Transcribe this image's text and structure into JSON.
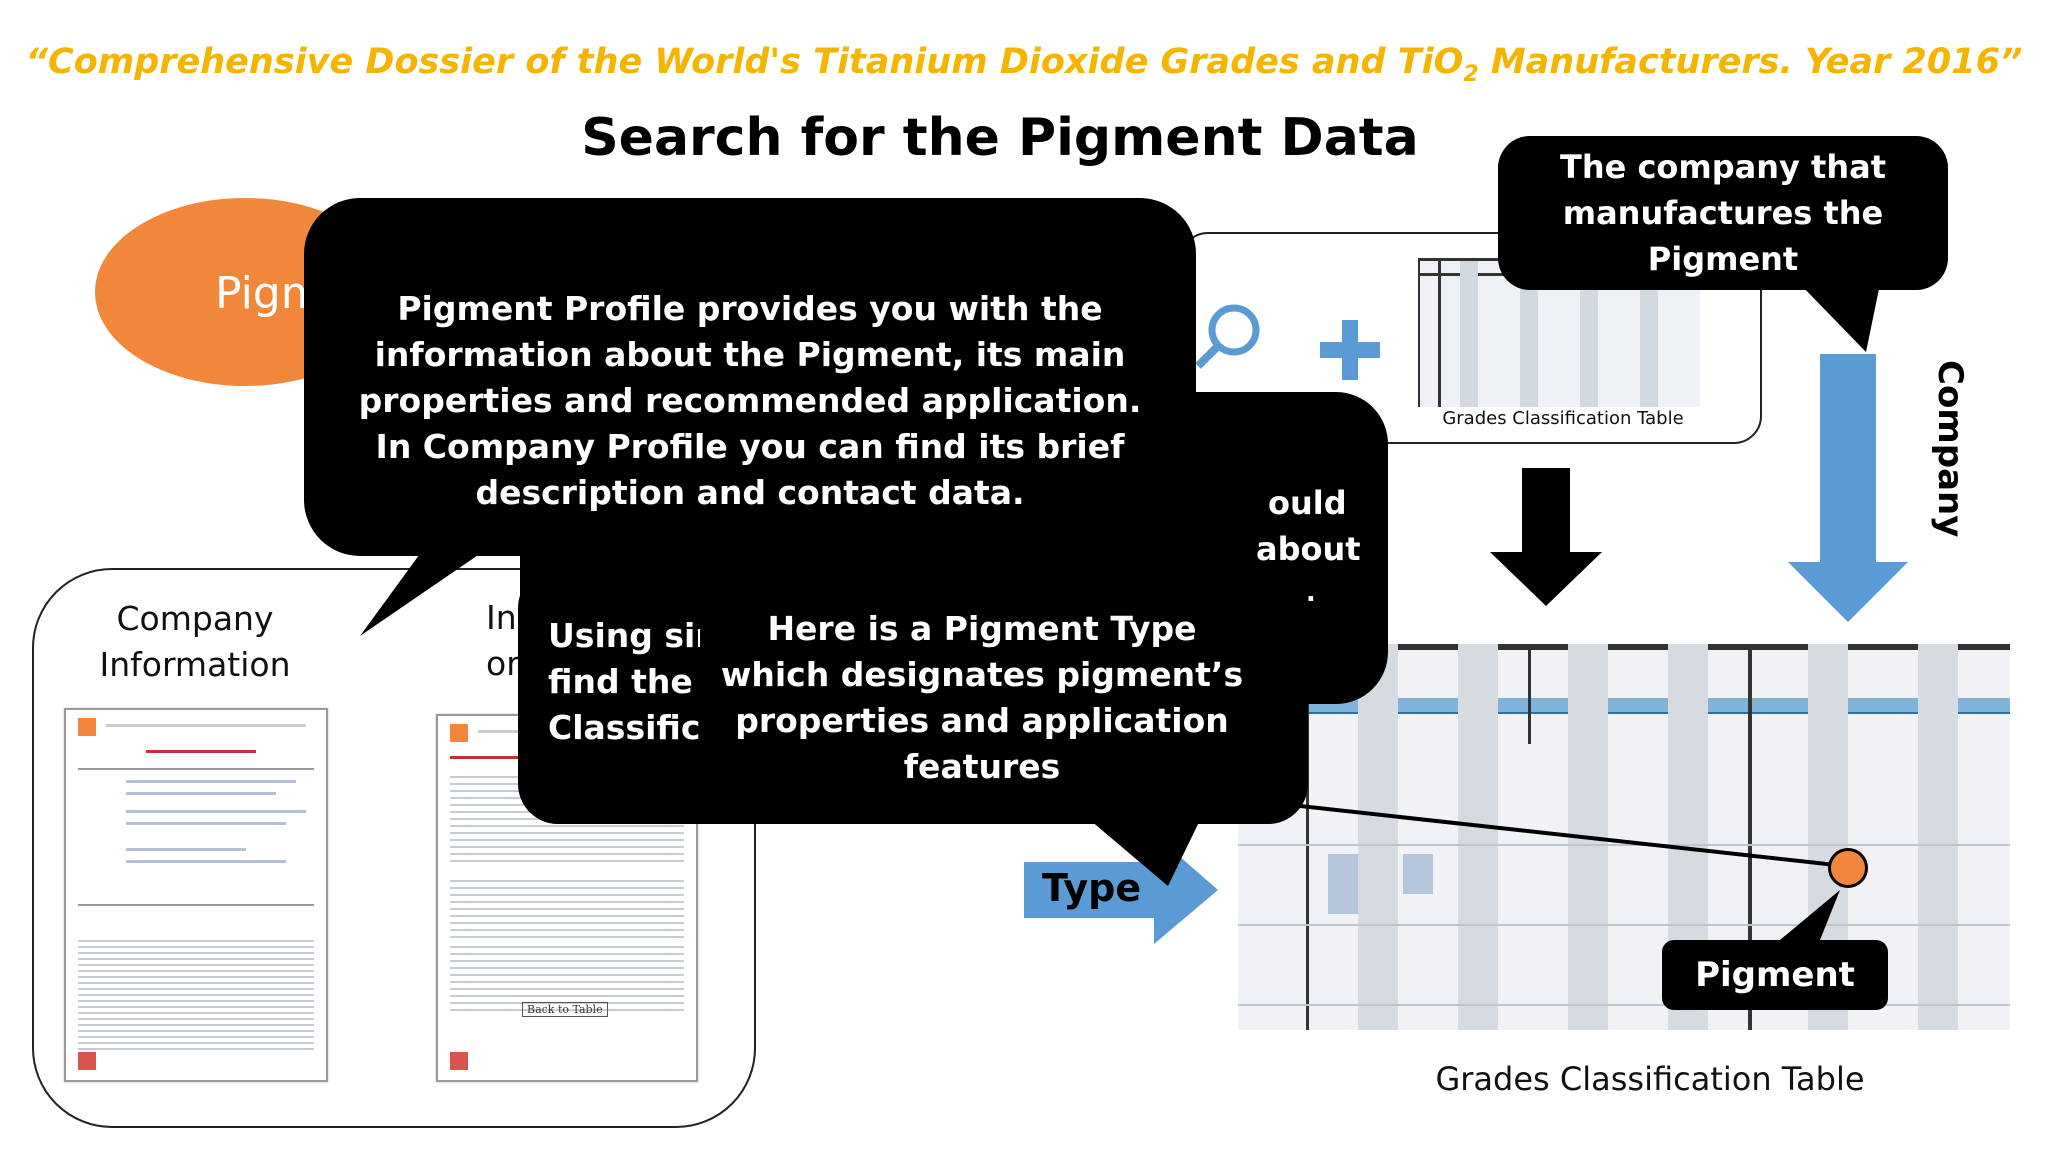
{
  "header": {
    "dossier_title_pre": "“Comprehensive Dossier of the World's Titanium Dioxide Grades and TiO",
    "dossier_title_sub": "2",
    "dossier_title_post": " Manufacturers. Year 2016”",
    "main_title": "Search for the Pigment Data"
  },
  "ellipse": {
    "label_visible": "Pigm",
    "color": "#f0873a"
  },
  "bubbles": {
    "profile": "Pigment Profile provides you with the information about the Pigment, its main properties and recommended application. In Company Profile you can find its brief description and contact data.",
    "hidden_fragments": [
      "ould",
      "about",
      ".."
    ],
    "using_fragment": [
      "Using sim",
      "find the r",
      "Classificat"
    ],
    "type": "Here is a Pigment Type which designates pigment’s properties and application features",
    "company": "The company that manufactures the Pigment",
    "pigment_label": "Pigment"
  },
  "left_panel": {
    "company_info": "Company Information",
    "info_fragment": [
      "In",
      "or"
    ],
    "doc1_back": "",
    "doc2_back": "Back to Table"
  },
  "search_panel": {
    "table_caption": "Grades Classification Table"
  },
  "arrows": {
    "company_label": "Company",
    "type_label": "Type",
    "arrow_color": "#5b9bd5"
  },
  "big_table_caption": "Grades Classification Table",
  "colors": {
    "accent_orange": "#f0873a",
    "title_gold": "#f4b400",
    "arrow_blue": "#5b9bd5"
  }
}
